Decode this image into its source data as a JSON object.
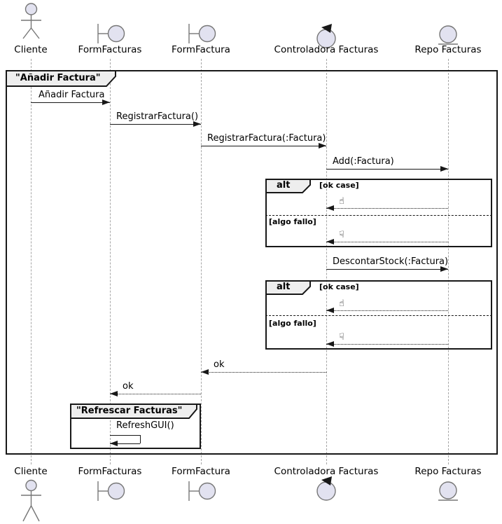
{
  "diagram_type": "uml-sequence-diagram",
  "colors": {
    "line": "#181818",
    "lifeline": "#A6A6A6",
    "icon_fill": "#E2E2F0",
    "icon_stroke": "#767676",
    "tab_fill": "#EEEEEE"
  },
  "participants": [
    {
      "label": "Cliente",
      "icon": "actor-icon"
    },
    {
      "label": "FormFacturas",
      "icon": "boundary-icon"
    },
    {
      "label": "FormFactura",
      "icon": "boundary-icon"
    },
    {
      "label": "Controladora Facturas",
      "icon": "control-icon"
    },
    {
      "label": "Repo Facturas",
      "icon": "entity-icon"
    }
  ],
  "outer_frame": {
    "title": "\"Añadir Factura\""
  },
  "inner_frame": {
    "title": "\"Refrescar Facturas\""
  },
  "fragments": [
    {
      "operator": "alt",
      "guard_ok": "[ok case]",
      "guard_fail": "[algo fallo]"
    },
    {
      "operator": "alt",
      "guard_ok": "[ok case]",
      "guard_fail": "[algo fallo]"
    }
  ],
  "messages": {
    "anadir": "Añadir Factura",
    "registrar": "RegistrarFactura()",
    "registrar_param": "RegistrarFactura(:Factura)",
    "add": "Add(:Factura)",
    "descontar": "DescontarStock(:Factura)",
    "ok1": "ok",
    "ok2": "ok",
    "refresh": "RefreshGUI()"
  },
  "icons": {
    "thumb_up": "☝",
    "thumb_down": "☟"
  }
}
